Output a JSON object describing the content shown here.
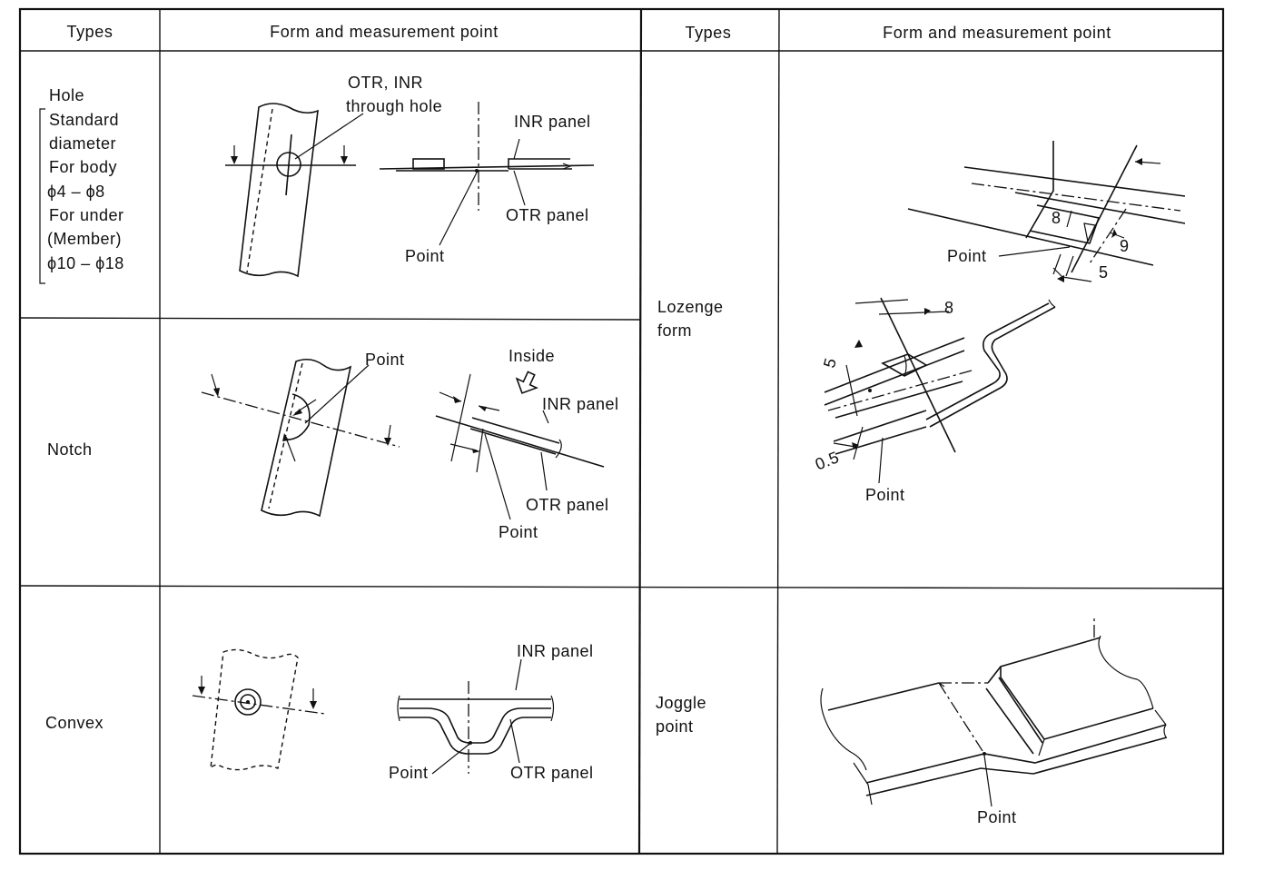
{
  "header": {
    "types_left": "Types",
    "form_left": "Form and measurement point",
    "types_right": "Types",
    "form_right": "Form and measurement point"
  },
  "rows_left": [
    {
      "type_lines": [
        "Hole",
        "Standard",
        "diameter",
        "For body",
        "ϕ4 – ϕ8",
        "For under",
        "(Member)",
        "ϕ10 – ϕ18"
      ],
      "labels": {
        "otr_inr": "OTR, INR",
        "through_hole": "through hole",
        "inr_panel": "INR panel",
        "otr_panel": "OTR panel",
        "point": "Point"
      }
    },
    {
      "type_lines": [
        "Notch"
      ],
      "labels": {
        "point_a": "Point",
        "inside": "Inside",
        "inr_panel": "INR panel",
        "otr_panel": "OTR panel",
        "point_b": "Point"
      }
    },
    {
      "type_lines": [
        "Convex"
      ],
      "labels": {
        "inr_panel": "INR panel",
        "point": "Point",
        "otr_panel": "OTR panel"
      }
    }
  ],
  "rows_right": [
    {
      "type_lines": [
        "Lozenge",
        "form"
      ],
      "labels": {
        "dim_8a": "8",
        "dim_9": "9",
        "point_a": "Point",
        "dim_5a": "5",
        "dim_8b": "8",
        "dim_5b": "5",
        "dim_05": "0.5",
        "point_b": "Point"
      }
    },
    {
      "type_lines": [
        "Joggle",
        "point"
      ],
      "labels": {
        "point": "Point"
      }
    }
  ]
}
